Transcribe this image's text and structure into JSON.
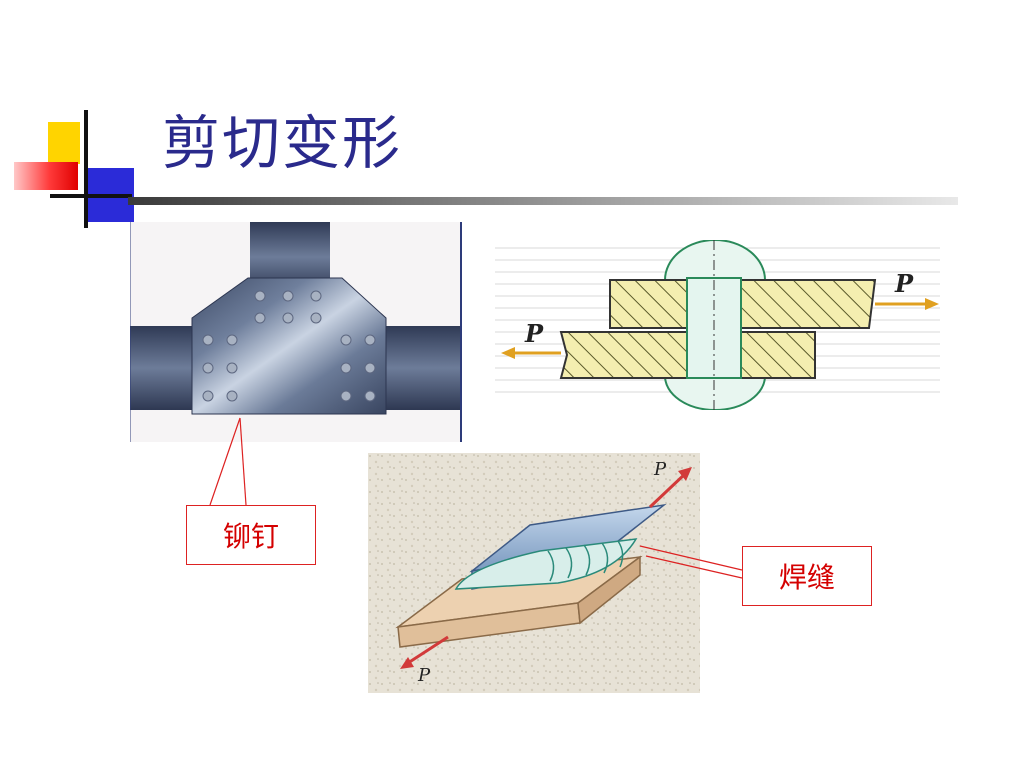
{
  "slide": {
    "title": "剪切变形"
  },
  "labels": {
    "rivet": "铆钉",
    "weld": "焊缝"
  },
  "diagram_symbols": {
    "force": "P"
  },
  "colors": {
    "title": "#2a2a8c",
    "label_text": "#d40000",
    "label_border": "#dd2222"
  }
}
